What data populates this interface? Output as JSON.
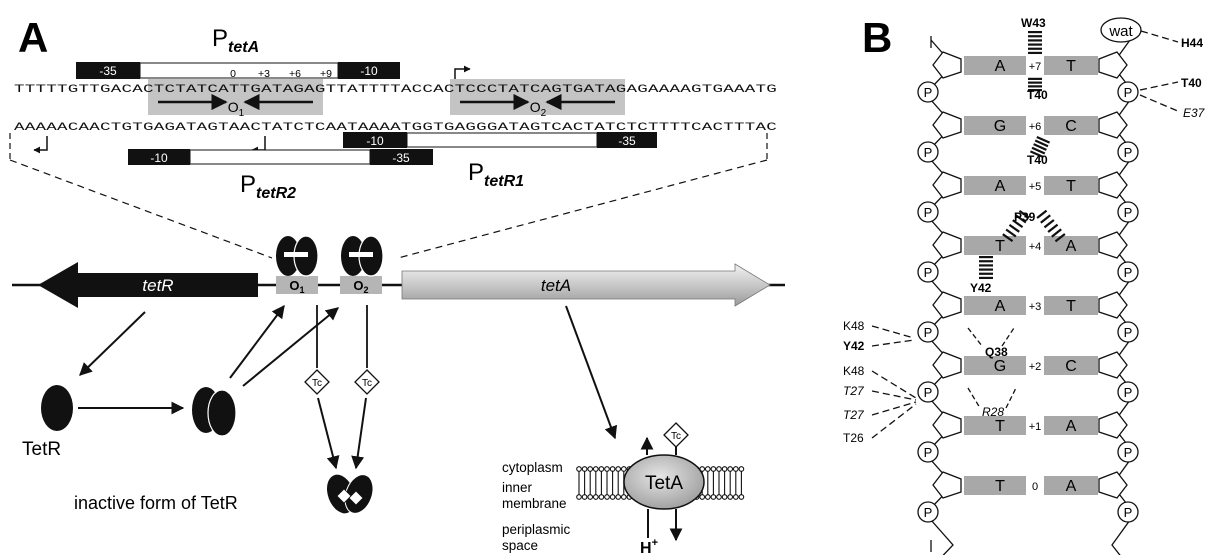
{
  "panels": {
    "a_label": "A",
    "b_label": "B"
  },
  "sequence": {
    "top_strand": "TTTTTGTTGACACTCTATCATTGATAGAGTTATTTTACCACTCCCTATCAGTGATAGAGAAAAGTGAAATG",
    "bottom_strand": "AAAAACAACTGTGAGATAGTAACTATCTCAATAAAATGGTGAGGGATAGTCACTATCTCTTTTCACTTTAC",
    "positions": [
      "0",
      "+3",
      "+6",
      "+9"
    ],
    "operators": [
      {
        "main": "O",
        "sub": "1"
      },
      {
        "main": "O",
        "sub": "2"
      }
    ]
  },
  "promoters": [
    {
      "main": "P",
      "sub": "tetA",
      "boxes": [
        "-35",
        "-10"
      ]
    },
    {
      "main": "P",
      "sub": "tetR2",
      "boxes": [
        "-10",
        "-35"
      ]
    },
    {
      "main": "P",
      "sub": "tetR1",
      "boxes": [
        "-10",
        "-35"
      ]
    }
  ],
  "genes": {
    "tetR": "tetR",
    "tetA": "tetA",
    "o1": {
      "main": "O",
      "sub": "1"
    },
    "o2": {
      "main": "O",
      "sub": "2"
    }
  },
  "pathway": {
    "tetr_label": "TetR",
    "tc_label": "Tc",
    "inactive_label": "inactive form of TetR"
  },
  "membrane": {
    "cytoplasm": "cytoplasm",
    "inner_membrane_1": "inner",
    "inner_membrane_2": "membrane",
    "periplasmic_1": "periplasmic",
    "periplasmic_2": "space",
    "tetA_protein": "TetA",
    "proton_main": "H",
    "proton_sup": "+"
  },
  "panel_b": {
    "pairs": [
      {
        "left": "A",
        "pos": "+7",
        "right": "T"
      },
      {
        "left": "G",
        "pos": "+6",
        "right": "C"
      },
      {
        "left": "A",
        "pos": "+5",
        "right": "T"
      },
      {
        "left": "T",
        "pos": "+4",
        "right": "A"
      },
      {
        "left": "A",
        "pos": "+3",
        "right": "T"
      },
      {
        "left": "G",
        "pos": "+2",
        "right": "C"
      },
      {
        "left": "T",
        "pos": "+1",
        "right": "A"
      },
      {
        "left": "T",
        "pos": "0",
        "right": "A"
      }
    ],
    "phosphate": "P",
    "water": "wat",
    "contacts": {
      "w43": "W43",
      "h44": "H44",
      "t40_a": "T40",
      "t40_r": "T40",
      "e37": "E37",
      "t40_b": "T40",
      "p39": "P39",
      "y42_base": "Y42",
      "q38": "Q38",
      "r28": "R28",
      "k48_a": "K48",
      "y42_bb": "Y42",
      "k48_b": "K48",
      "t27_a": "T27",
      "t27_b": "T27",
      "t26": "T26"
    }
  }
}
